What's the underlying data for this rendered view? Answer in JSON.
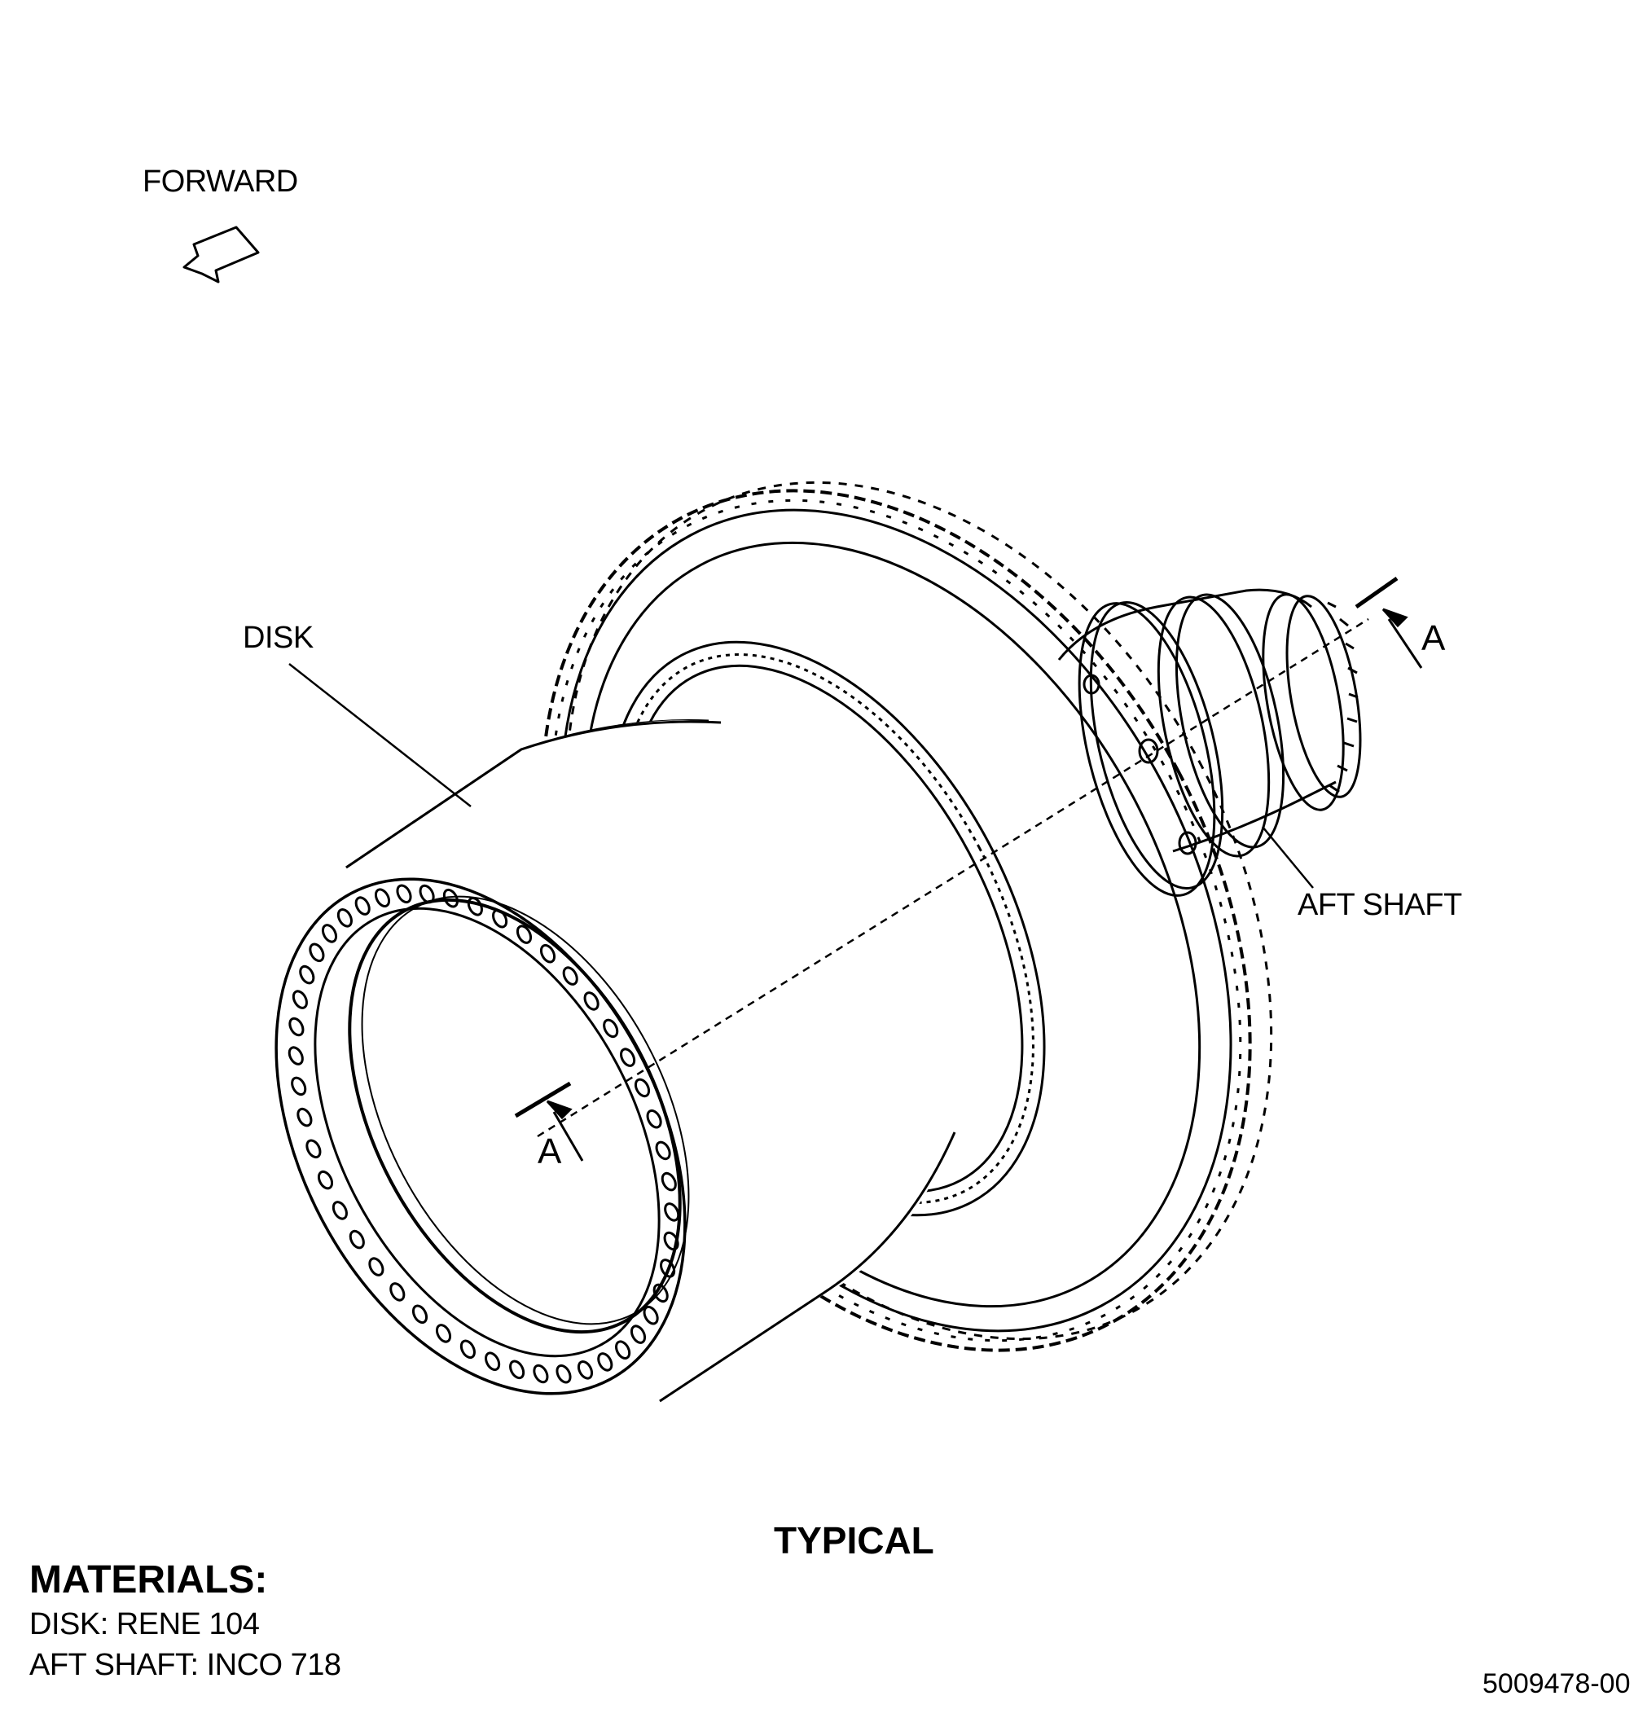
{
  "labels": {
    "forward": "FORWARD",
    "disk": "DISK",
    "aft_shaft": "AFT SHAFT",
    "section_top": "A",
    "section_bottom": "A",
    "typical": "TYPICAL",
    "drawing_number": "5009478-00"
  },
  "materials": {
    "heading": "MATERIALS:",
    "disk": "DISK: RENE 104",
    "aft_shaft": "AFT SHAFT: INCO 718"
  }
}
